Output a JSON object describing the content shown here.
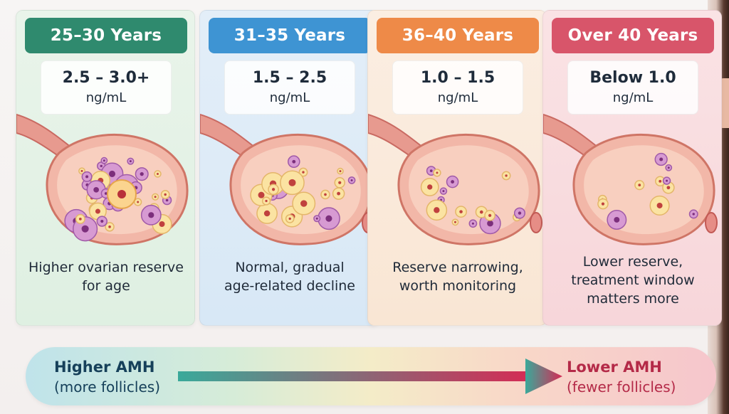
{
  "stages": [
    {
      "age": "25–30 Years",
      "range": "2.5 – 3.0+",
      "unit": "ng/mL",
      "caption_lines": [
        "Higher ovarian reserve",
        "for age"
      ],
      "color": "#2f8a6e"
    },
    {
      "age": "31–35 Years",
      "range": "1.5 – 2.5",
      "unit": "ng/mL",
      "caption_lines": [
        "Normal, gradual",
        "age-related decline"
      ],
      "color": "#3e94d3"
    },
    {
      "age": "36–40 Years",
      "range": "1.0 – 1.5",
      "unit": "ng/mL",
      "caption_lines": [
        "Reserve narrowing,",
        "worth monitoring"
      ],
      "color": "#ee8a48"
    },
    {
      "age": "Over 40 Years",
      "range": "Below 1.0",
      "unit": "ng/mL",
      "caption_lines": [
        "Lower reserve,",
        "treatment window",
        "matters more"
      ],
      "color": "#d8556a"
    }
  ],
  "scale": {
    "left_title": "Higher AMH",
    "left_sub": "(more follicles)",
    "right_title": "Lower AMH",
    "right_sub": "(fewer follicles)",
    "arrow_start_color": "#3aa99a",
    "arrow_end_color": "#d62a54"
  },
  "illustration": {
    "icon": "ovary-illustration-icon",
    "follicle_density": [
      0.95,
      0.6,
      0.4,
      0.22
    ]
  }
}
